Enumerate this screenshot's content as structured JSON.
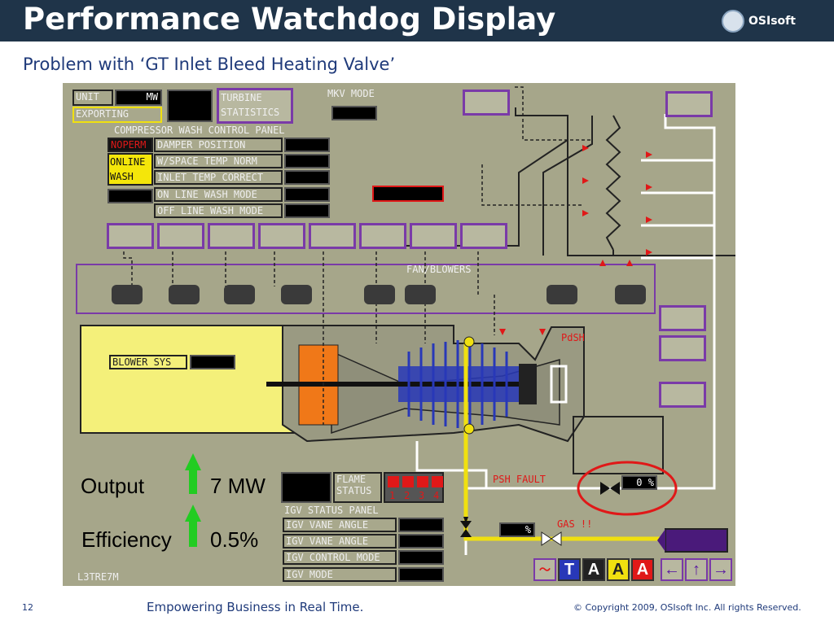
{
  "header": {
    "title": "Performance Watchdog Display",
    "logo_text": "OSIsoft"
  },
  "subtitle": "Problem with ‘GT Inlet Bleed Heating Valve’",
  "hmi": {
    "unit_label": "UNIT",
    "unit_value": "MW",
    "exporting": "EXPORTING",
    "turbine_statistics": [
      "TURBINE",
      "STATISTICS"
    ],
    "mkv_mode": "MKV MODE",
    "wash_panel_title": "COMPRESSOR WASH CONTROL PANEL",
    "noperm": "NOPERM",
    "online_wash": [
      "ONLINE",
      "WASH"
    ],
    "wash_rows": [
      "DAMPER POSITION",
      "W/SPACE TEMP NORM",
      "INLET TEMP CORRECT",
      "ON LINE WASH MODE",
      "OFF LINE WASH MODE"
    ],
    "fan_blowers": "FAN/BLOWERS",
    "blower_sys": "BLOWER SYS",
    "pdsh": "PdSH",
    "output_label": "Output",
    "output_value": "7 MW",
    "efficiency_label": "Efficiency",
    "efficiency_value": "0.5%",
    "flame_status": [
      "FLAME",
      "STATUS"
    ],
    "flame_numbers": [
      "1",
      "2",
      "3",
      "4"
    ],
    "igv_panel_title": "IGV STATUS PANEL",
    "igv_rows": [
      "IGV VANE ANGLE",
      "IGV VANE ANGLE",
      "IGV CONTROL MODE",
      "IGV MODE"
    ],
    "psh_fault": "PSH FAULT",
    "valve_value": "0",
    "valve_unit": "%",
    "gas_value_unit": "%",
    "gas_alarm": "GAS !!",
    "screen_id": "L3TRE7M",
    "toolbar": [
      "T",
      "A",
      "A",
      "A",
      "←",
      "↑",
      "→"
    ]
  },
  "footer": {
    "page_number": "12",
    "tagline": "Empowering Business in Real Time.",
    "copyright": "© Copyright 2009, OSIsoft Inc.  All rights Reserved."
  },
  "colors": {
    "header_bg": "#1f3449",
    "panel_bg": "#a6a68a",
    "accent_purple": "#7a3aa8",
    "alarm_red": "#e01818",
    "fuel_yellow": "#f0e010",
    "status_green": "#22cc22"
  }
}
